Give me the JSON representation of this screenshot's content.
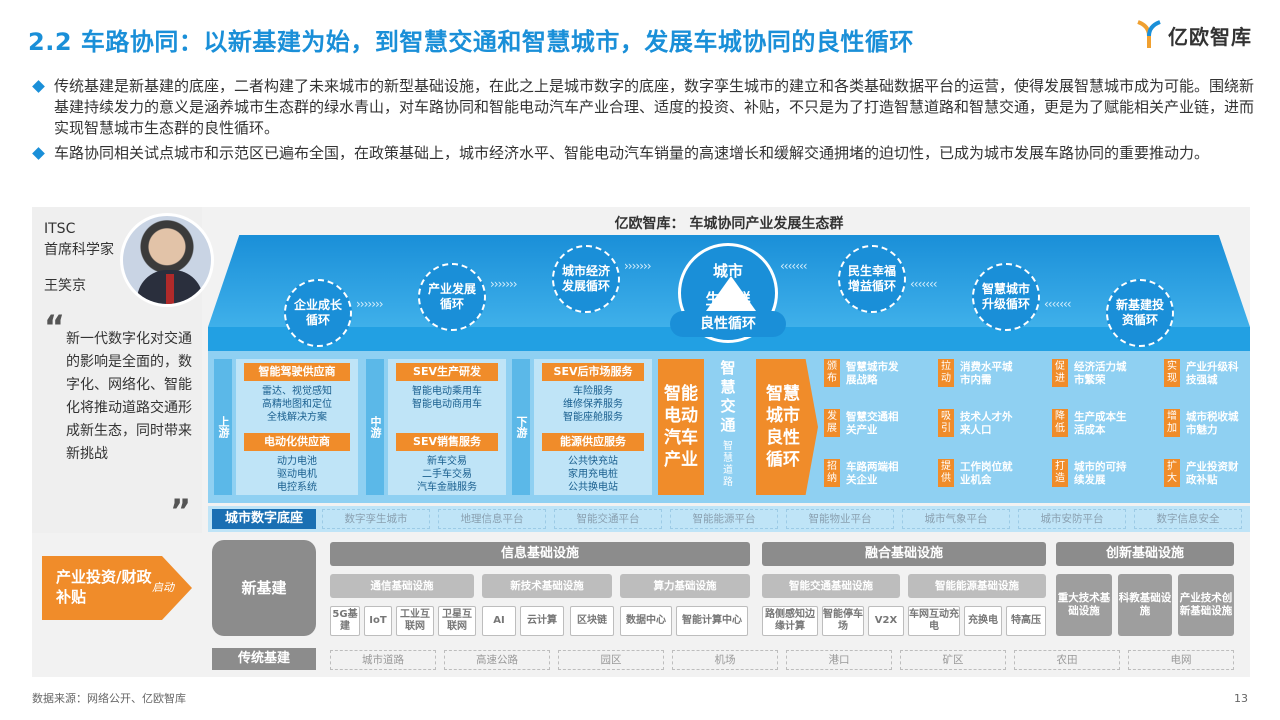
{
  "header": {
    "title": "2.2 车路协同：以新基建为始，到智慧交通和智慧城市，发展车城协同的良性循环",
    "logo_text": "亿欧智库"
  },
  "bullets": [
    "传统基建是新基建的底座，二者构建了未来城市的新型基础设施，在此之上是城市数字的底座，数字孪生城市的建立和各类基础数据平台的运营，使得发展智慧城市成为可能。围绕新基建持续发力的意义是涵养城市生态群的绿水青山，对车路协同和智能电动汽车产业合理、适度的投资、补贴，不只是为了打造智慧道路和智慧交通，更是为了赋能相关产业链，进而实现智慧城市生态群的良性循环。",
    "车路协同相关试点城市和示范区已遍布全国，在政策基础上，城市经济水平、智能电动汽车销量的高速增长和缓解交通拥堵的迫切性，已成为城市发展车路协同的重要推动力。"
  ],
  "quote": {
    "org": "ITSC",
    "role": "首席科学家",
    "name": "王笑京",
    "open_mark": "“",
    "close_mark": "”",
    "text": "新一代数字化对交通的影响是全面的，数字化、网络化、智能化将推动道路交通形成新生态，同时带来新挑战"
  },
  "eco": {
    "title": "亿欧智库：  车城协同产业发展生态群",
    "cycles": [
      "企业成长循环",
      "产业发展循环",
      "城市经济发展循环",
      "民生幸福增益循环",
      "智慧城市升级循环",
      "新基建投资循环"
    ],
    "center": {
      "line1": "城市",
      "line2": "生态群",
      "line3": "良性循环"
    },
    "left_chain": {
      "upstream": "上游",
      "midstream": "中游",
      "downstream": "下游",
      "up1_tag": "智能驾驶供应商",
      "up1_sub": "雷达、视觉感知\n高精地图和定位\n全栈解决方案",
      "up2_tag": "电动化供应商",
      "up2_sub": "动力电池\n驱动电机\n电控系统",
      "mid1_tag": "SEV生产研发",
      "mid1_sub": "智能电动乘用车\n智能电动商用车",
      "mid2_tag": "SEV销售服务",
      "mid2_sub": "新车交易\n二手车交易\n汽车金融服务",
      "down1_tag": "SEV后市场服务",
      "down1_sub": "车险服务\n维修保养服务\n智能座舱服务",
      "down2_tag": "能源供应服务",
      "down2_sub": "公共快充站\n家用充电桩\n公共换电站"
    },
    "sev_box": "智能电动汽车产业",
    "zhjt": "智慧交通",
    "zhjt_sub": "智慧道路",
    "city_box": "智慧城市良性循环",
    "right_items": [
      {
        "tag": "颁布",
        "text": "智慧城市发展战略"
      },
      {
        "tag": "拉动",
        "text": "消费水平城市内需"
      },
      {
        "tag": "促进",
        "text": "经济活力城市繁荣"
      },
      {
        "tag": "实现",
        "text": "产业升级科技强城"
      },
      {
        "tag": "发展",
        "text": "智慧交通相关产业"
      },
      {
        "tag": "吸引",
        "text": "技术人才外来人口"
      },
      {
        "tag": "降低",
        "text": "生产成本生活成本"
      },
      {
        "tag": "增加",
        "text": "城市税收城市魅力"
      },
      {
        "tag": "招纳",
        "text": "车路两端相关企业"
      },
      {
        "tag": "提供",
        "text": "工作岗位就业机会"
      },
      {
        "tag": "打造",
        "text": "城市的可持续发展"
      },
      {
        "tag": "扩大",
        "text": "产业投资财政补贴"
      }
    ]
  },
  "city_base": {
    "label": "城市数字底座",
    "items": [
      "数字孪生城市",
      "地理信息平台",
      "智能交通平台",
      "智能能源平台",
      "智能物业平台",
      "城市气象平台",
      "城市安防平台",
      "数字信息安全"
    ]
  },
  "invest": {
    "label": "产业投资/财政补贴",
    "driver": "启动"
  },
  "new_infra": {
    "label": "新基建",
    "groups": [
      {
        "name": "信息基础设施",
        "subs": [
          "通信基础设施",
          "新技术基础设施",
          "算力基础设施"
        ]
      },
      {
        "name": "融合基础设施",
        "subs": [
          "智能交通基础设施",
          "智能能源基础设施"
        ]
      },
      {
        "name": "创新基础设施",
        "subs": [
          "重大技术基础设施",
          "科教基础设施",
          "产业技术创新基础设施"
        ]
      }
    ],
    "leaves": [
      "5G基建",
      "IoT",
      "工业互联网",
      "卫星互联网",
      "AI",
      "云计算",
      "区块链",
      "数据中心",
      "智能计算中心",
      "路侧感知边缘计算",
      "智能停车场",
      "V2X",
      "车网互动充电",
      "充换电",
      "特高压"
    ]
  },
  "traditional": {
    "label": "传统基建",
    "items": [
      "城市道路",
      "高速公路",
      "园区",
      "机场",
      "港口",
      "矿区",
      "农田",
      "电网"
    ]
  },
  "footer": {
    "source": "数据来源：网络公开、亿欧智库",
    "page": "13"
  },
  "colors": {
    "accent": "#1a8fd8",
    "orange": "#f08c2a",
    "gray": "#8c8c8c"
  }
}
